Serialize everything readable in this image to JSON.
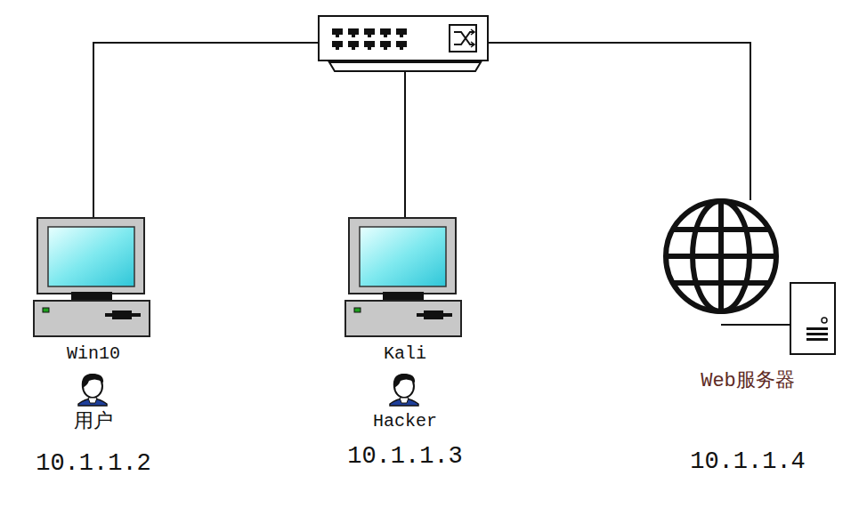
{
  "diagram": {
    "nodes": [
      {
        "text": [
          "Win10",
          "用户",
          "10.1.1.2"
        ]
      },
      {
        "text": [
          "Kali",
          "Hacker",
          "10.1.1.3"
        ]
      },
      {
        "text": [
          "Web服务器",
          "10.1.1.4"
        ]
      }
    ]
  }
}
